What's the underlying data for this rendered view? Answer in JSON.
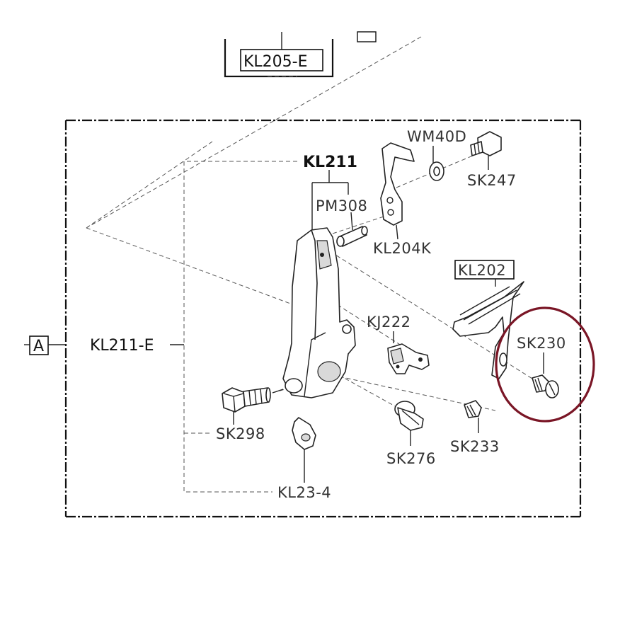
{
  "labels": {
    "kl205e": "KL205-E",
    "kl211": "KL211",
    "pm308": "PM308",
    "wm40d": "WM40D",
    "sk247": "SK247",
    "kl204k": "KL204K",
    "kl202": "KL202",
    "kj222": "KJ222",
    "sk230": "SK230",
    "kl211e": "KL211-E",
    "a_ref": "A",
    "sk298": "SK298",
    "sk276": "SK276",
    "sk233": "SK233",
    "kl23_4": "KL23-4"
  },
  "highlight": {
    "target": "SK230",
    "color": "#7a1626"
  }
}
